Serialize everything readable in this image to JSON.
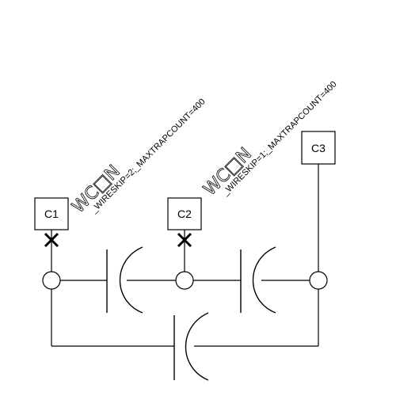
{
  "components": [
    {
      "id": "C1",
      "label": "C1"
    },
    {
      "id": "C2",
      "label": "C2"
    },
    {
      "id": "C3",
      "label": "C3"
    }
  ],
  "annotations": [
    {
      "big": "WC□N",
      "text": "_WIRESKIP=2;_MAXTRAPCOUNT=400"
    },
    {
      "big": "WC□N",
      "text": "_WIRESKIP=1;_MAXTRAPCOUNT=400"
    }
  ]
}
